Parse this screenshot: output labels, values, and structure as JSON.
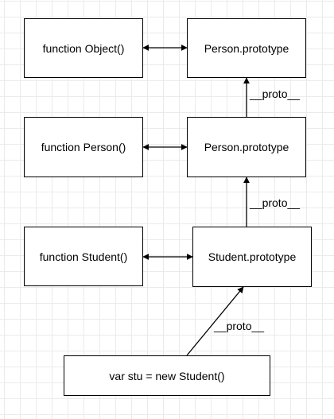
{
  "nodes": {
    "object_fn": "function Object()",
    "object_proto": "Person.prototype",
    "person_fn": "function Person()",
    "person_proto": "Person.prototype",
    "student_fn": "function Student()",
    "student_proto": "Student.prototype",
    "instance": "var stu = new Student()"
  },
  "edge_labels": {
    "person_to_object": "__proto__",
    "student_to_person": "__proto__",
    "instance_to_student": "__proto__"
  },
  "colors": {
    "stroke": "#000000",
    "grid": "#ebebeb",
    "background": "#ffffff"
  }
}
